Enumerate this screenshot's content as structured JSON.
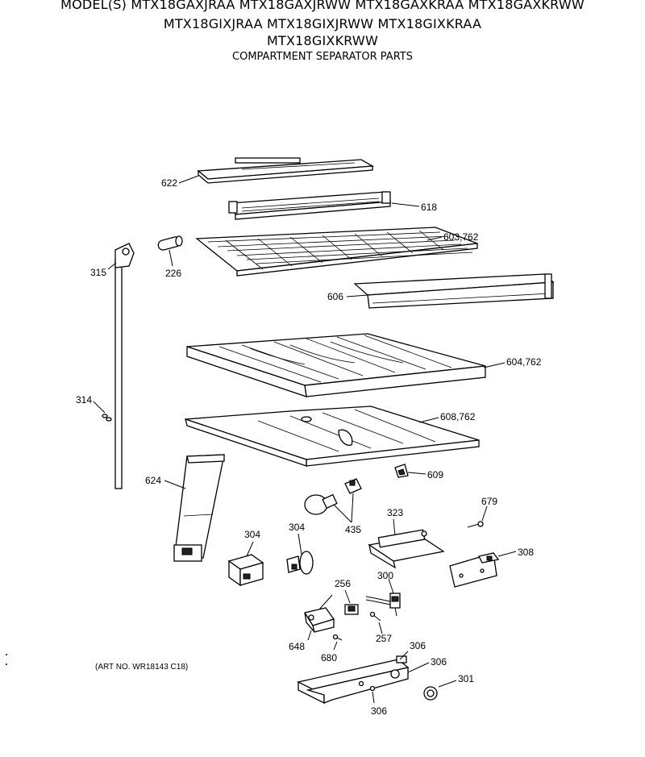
{
  "header": {
    "model_line_1": "MODEL(S) MTX18GAXJRAA  MTX18GAXJRWW  MTX18GAXKRAA  MTX18GAXKRWW",
    "model_line_2": "MTX18GIXJRAA  MTX18GIXJRWW  MTX18GIXKRAA",
    "model_line_3": "MTX18GIXKRWW",
    "subtitle": "COMPARTMENT SEPARATOR PARTS"
  },
  "art_number": "(ART NO. WR18143 C18)",
  "callouts": {
    "c622": "622",
    "c618": "618",
    "c603": "603,762",
    "c315": "315",
    "c226": "226",
    "c606": "606",
    "c604": "604,762",
    "c314": "314",
    "c608": "608,762",
    "c624": "624",
    "c609": "609",
    "c435": "435",
    "c323": "323",
    "c679": "679",
    "c304a": "304",
    "c304b": "304",
    "c308": "308",
    "c256": "256",
    "c300": "300",
    "c257": "257",
    "c648": "648",
    "c680": "680",
    "c306a": "306",
    "c306b": "306",
    "c306c": "306",
    "c301": "301"
  }
}
